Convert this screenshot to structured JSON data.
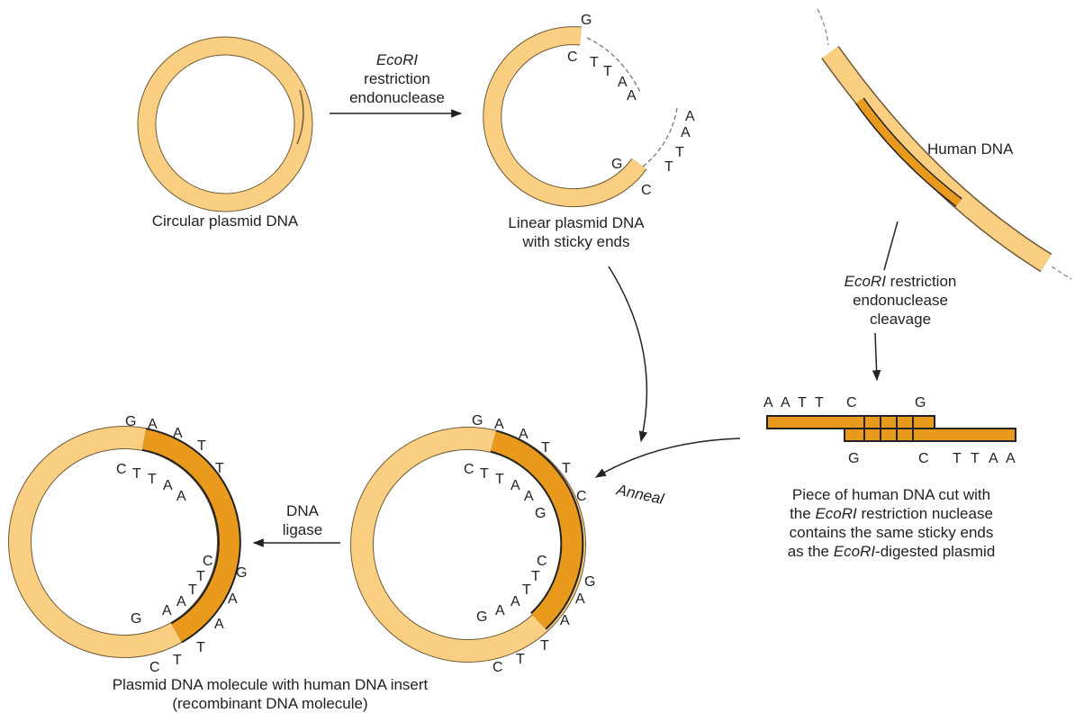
{
  "colors": {
    "plasmid_fill": "#fbcf82",
    "plasmid_stroke": "#6e5a3a",
    "human_fill": "#e99a1c",
    "strand_stroke": "#222222",
    "arrow": "#222222"
  },
  "step1": {
    "caption": "Circular plasmid DNA"
  },
  "arrow1": {
    "enzyme": "EcoRI",
    "line2": "restriction",
    "line3": "endonuclease"
  },
  "step2": {
    "caption_line1": "Linear plasmid DNA",
    "caption_line2": "with sticky ends",
    "top_end": {
      "g": "G",
      "c": "C",
      "t1": "T",
      "t2": "T",
      "a1": "A",
      "a2": "A"
    },
    "bottom_end": {
      "a1": "A",
      "a2": "A",
      "t1": "T",
      "t2": "T",
      "g": "G",
      "c": "C"
    }
  },
  "human_dna": {
    "label": "Human DNA"
  },
  "cleavage": {
    "enzyme": "EcoRI",
    "line1_rest": " restriction",
    "line2": "endonuclease",
    "line3": "cleavage"
  },
  "fragment": {
    "top_bases": [
      "A",
      "A",
      "T",
      "T",
      "C",
      "G"
    ],
    "bottom_bases": [
      "G",
      "C",
      "T",
      "T",
      "A",
      "A"
    ],
    "caption_line1": "Piece of human DNA cut with",
    "caption_line2_prefix": "the ",
    "caption_line2_enzyme": "EcoRI",
    "caption_line2_rest": " restriction nuclease",
    "caption_line3": "contains the same sticky ends",
    "caption_line4_prefix": "as the ",
    "caption_line4_enzyme": "EcoRI",
    "caption_line4_rest": "-digested plasmid"
  },
  "anneal": {
    "label": "Anneal",
    "upper_outer": [
      "G",
      "A",
      "A",
      "T",
      "T",
      "C"
    ],
    "upper_inner": [
      "C",
      "T",
      "T",
      "A",
      "A",
      "G"
    ],
    "lower_inner": [
      "C",
      "T",
      "T",
      "A",
      "A",
      "G"
    ],
    "lower_outer": [
      "G",
      "A",
      "A",
      "T",
      "T",
      "C"
    ]
  },
  "ligase": {
    "line1": "DNA",
    "line2": "ligase"
  },
  "recombinant": {
    "caption_line1": "Plasmid DNA molecule with human DNA insert",
    "caption_line2": "(recombinant DNA molecule)",
    "upper_outer": [
      "G",
      "A",
      "A",
      "T",
      "T"
    ],
    "upper_inner": [
      "C",
      "T",
      "T",
      "A",
      "A"
    ],
    "lower_inner": [
      "C",
      "T",
      "T",
      "A",
      "A",
      "G"
    ],
    "lower_outer": [
      "G",
      "A",
      "A",
      "T",
      "T",
      "C"
    ]
  }
}
